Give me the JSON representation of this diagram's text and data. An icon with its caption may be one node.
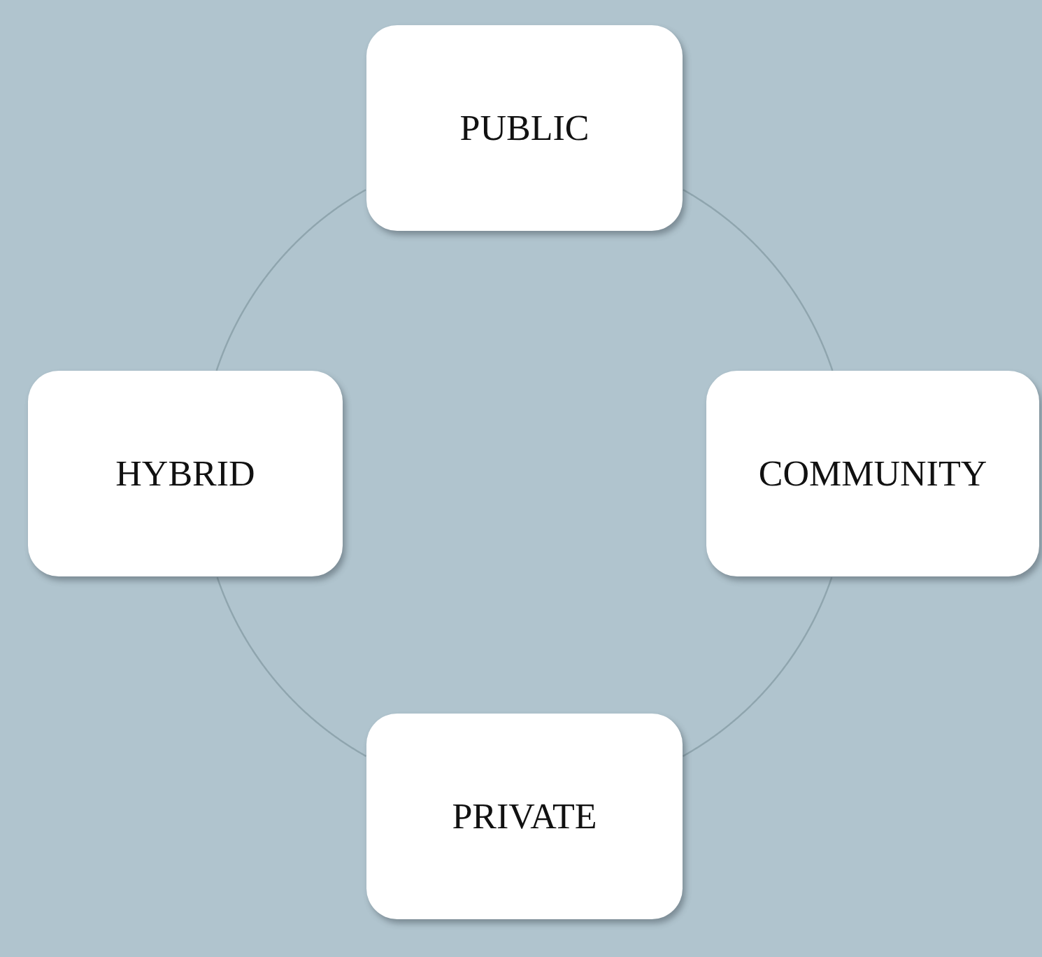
{
  "diagram": {
    "nodes": [
      {
        "text": [
          "PUBLIC"
        ]
      },
      {
        "text": [
          "HYBRID"
        ]
      },
      {
        "text": [
          "COMMUNITY"
        ]
      },
      {
        "text": [
          "PRIVATE"
        ]
      }
    ],
    "edges": [
      {
        "from": 0,
        "to": 2,
        "arrow": "none"
      },
      {
        "from": 2,
        "to": 3,
        "arrow": "none"
      },
      {
        "from": 3,
        "to": 1,
        "arrow": "none"
      },
      {
        "from": 1,
        "to": 0,
        "arrow": "none"
      }
    ]
  }
}
